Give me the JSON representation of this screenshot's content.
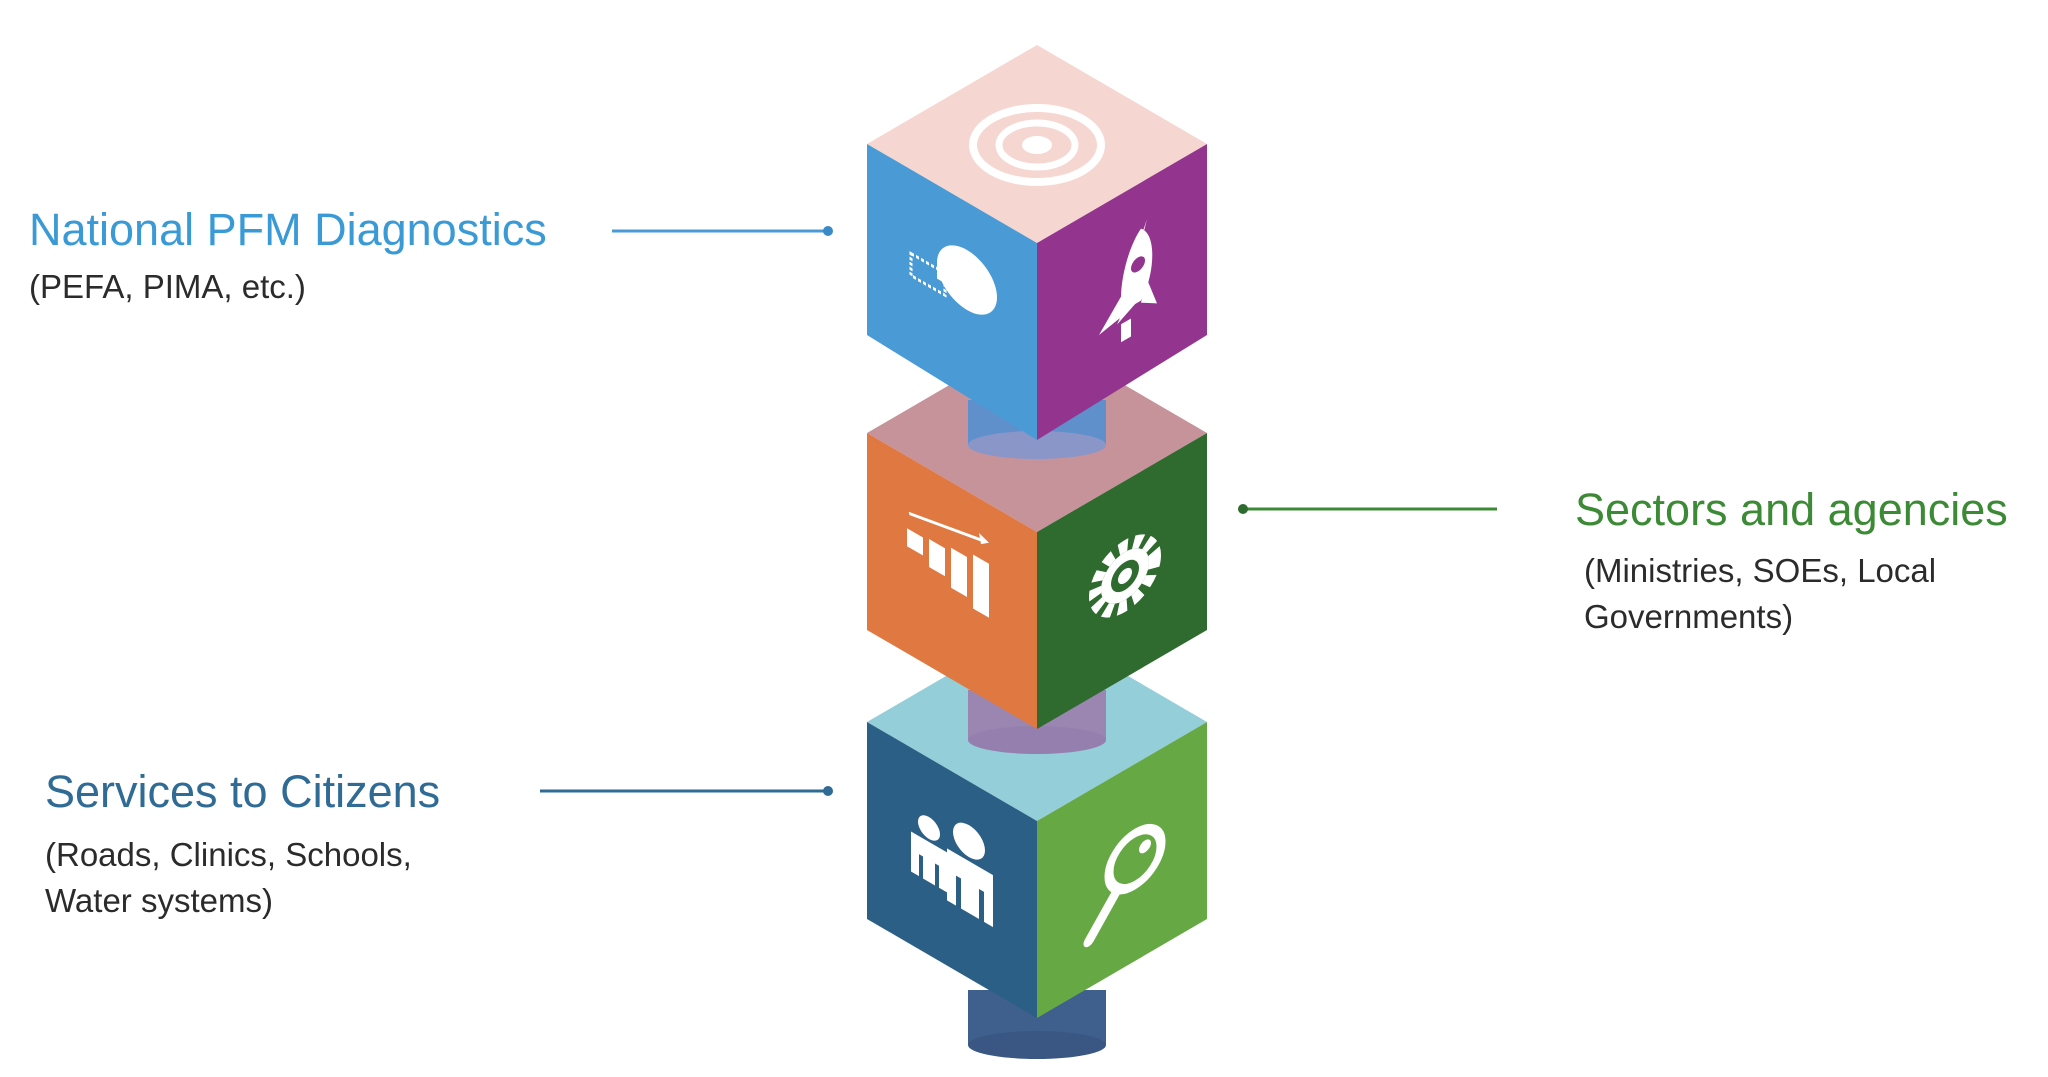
{
  "labels": {
    "national": {
      "title": "National PFM Diagnostics",
      "sub": [
        "(PEFA, PIMA, etc.)"
      ]
    },
    "sectors": {
      "title": "Sectors and agencies",
      "sub": [
        "(Ministries, SOEs, Local",
        "Governments)"
      ]
    },
    "services": {
      "title": "Services to Citizens",
      "sub": [
        "(Roads, Clinics, Schools,",
        "Water systems)"
      ]
    }
  },
  "colors": {
    "national_title": "#3a9ad6",
    "sectors_title": "#3d8a36",
    "services_title": "#2f6b94",
    "top_cube": {
      "top": "#f6d6d0",
      "left": "#4a9bd5",
      "right": "#93358f"
    },
    "middle_cube": {
      "top": "#c6939b",
      "left": "#df7841",
      "right": "#2f6a2e"
    },
    "bottom_cube": {
      "top": "#94ced8",
      "left": "#2c5f86",
      "right": "#66a844"
    }
  },
  "icons": {
    "top_cube": [
      "target-icon",
      "lightbulb-icon",
      "rocket-icon"
    ],
    "middle_cube": [
      "bar-chart-icon",
      "gear-icon"
    ],
    "bottom_cube": [
      "people-icon",
      "magnifier-icon"
    ]
  }
}
